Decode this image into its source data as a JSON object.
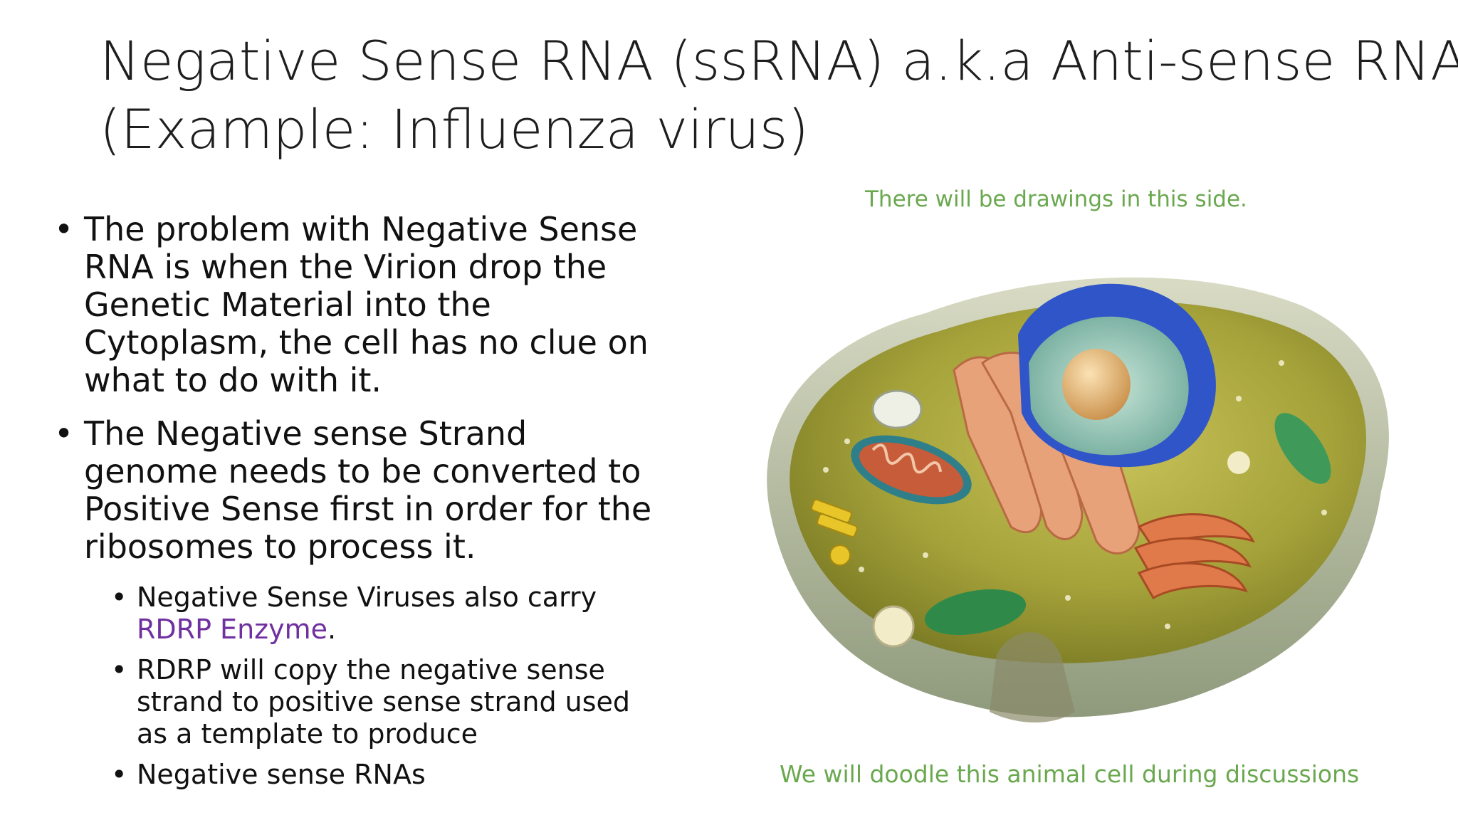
{
  "slide": {
    "title_line1": "Negative Sense RNA (ssRNA) a.k.a Anti-sense RNA",
    "title_line2": "(Example: Influenza virus)",
    "bullets": [
      {
        "text": "The problem with Negative Sense RNA is when the Virion drop the Genetic Material into the Cytoplasm, the cell has no clue on what to do with it."
      },
      {
        "text": "The Negative sense Strand genome needs to be converted to Positive Sense first in order for the ribosomes to process it."
      }
    ],
    "sub_bullets": [
      {
        "prefix": "Negative Sense Viruses also carry ",
        "accent": "RDRP Enzyme",
        "suffix": "."
      },
      {
        "text": "RDRP will copy the negative sense strand to positive sense strand used as a template to produce"
      },
      {
        "text": "Negative sense RNAs"
      }
    ],
    "caption_top": "There will be drawings in this side.",
    "caption_bottom": "We will doodle this animal cell during discussions",
    "bullet_glyph": "•",
    "colors": {
      "accent": "#7030a0",
      "caption": "#6aa84f",
      "nucleus_envelope": "#2f55c8",
      "cytoplasm": "#a5a23a"
    },
    "figure": "animal-cell-illustration"
  }
}
